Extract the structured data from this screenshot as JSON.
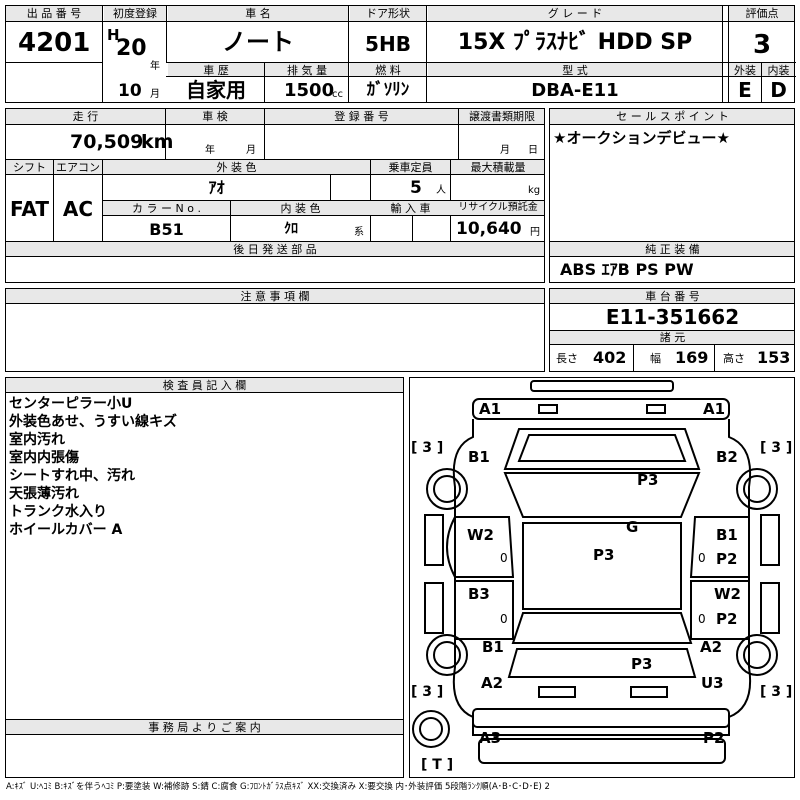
{
  "header": {
    "lot_no_label": "出 品 番 号",
    "lot_no": "4201",
    "first_reg_label": "初度登録",
    "era": "H",
    "year": "20",
    "year_unit": "年",
    "month": "10",
    "month_unit": "月",
    "car_name_label": "車 名",
    "car_name": "ノート",
    "door_label": "ドア形状",
    "door": "5HB",
    "grade_label": "グ レ ー ド",
    "grade": "15X ﾌﾟﾗｽﾅﾋﾞ HDD SP",
    "score_label": "評価点",
    "score": "3",
    "history_label": "車 歴",
    "history": "自家用",
    "displacement_label": "排 気 量",
    "displacement": "1500",
    "displacement_unit": "cc",
    "fuel_label": "燃 料",
    "fuel": "ｶﾞｿﾘﾝ",
    "model_label": "型 式",
    "model": "DBA-E11",
    "ext_label": "外装",
    "ext_grade": "E",
    "int_label": "内装",
    "int_grade": "D"
  },
  "row2": {
    "mileage_label": "走 行",
    "mileage": "70,509",
    "mileage_unit": "km",
    "inspection_label": "車 検",
    "insp_year_unit": "年",
    "insp_month_unit": "月",
    "reg_no_label": "登 録 番 号",
    "transfer_label": "譲渡書類期限",
    "transfer_month_unit": "月",
    "transfer_day_unit": "日",
    "shift_label": "シフト",
    "shift": "FAT",
    "ac_label": "エアコン",
    "ac": "AC",
    "color_label": "外 装 色",
    "color": "ｱｵ",
    "capacity_label": "乗車定員",
    "capacity": "5",
    "capacity_unit": "人",
    "load_label": "最大積載量",
    "load_unit": "kg",
    "color_no_label": "カ ラ ー N o .",
    "color_no": "B51",
    "int_color_label": "内 装 色",
    "int_color": "ｸﾛ",
    "int_color_unit": "系",
    "import_label": "輸 入 車",
    "recycle_label": "リサイクル預託金",
    "recycle": "10,640",
    "recycle_unit": "円",
    "later_parts_label": "後 日 発 送 部 品"
  },
  "sales": {
    "label": "セ ー ル ス ポ イ ン ト",
    "text": "★オークションデビュー★"
  },
  "equipment": {
    "label": "純 正 装 備",
    "text": "ABS ｴｱB PS PW"
  },
  "notes_label": "注 意 事 項 欄",
  "chassis": {
    "label": "車 台 番 号",
    "number": "E11-351662"
  },
  "dims": {
    "label": "諸 元",
    "length_label": "長さ",
    "length": "402",
    "width_label": "幅",
    "width": "169",
    "height_label": "高さ",
    "height": "153"
  },
  "inspector": {
    "label": "検 査 員 記 入 欄",
    "lines": [
      "センターピラー小U",
      "外装色あせ、うすい線キズ",
      "室内汚れ",
      "室内内張傷",
      "シートすれ中、汚れ",
      "天張薄汚れ",
      "トランク水入り",
      "ホイールカバー A"
    ]
  },
  "office_label": "事 務 局 よ り ご 案 内",
  "legend": "A:ｷｽﾞ U:ﾍｺﾐ B:ｷｽﾞを伴うﾍｺﾐ P:要塗装 W:補修跡 S:錆 C:腐食 G:ﾌﾛﾝﾄｶﾞﾗｽ点ｷｽﾞ XX:交換済み X:要交換  内･外装評価  5段階ﾗﾝｸ順(A･B･C･D･E) 2",
  "damage": {
    "tl": "A1",
    "tr": "A1",
    "b1l": "B1",
    "b2r": "B2",
    "p3top": "P3",
    "g": "G",
    "w2l": "W2",
    "b1r": "B1",
    "p2r": "P2",
    "p3mid": "P3",
    "b3l": "B3",
    "w2r": "W2",
    "p2r2": "P2",
    "b1l2": "B1",
    "a2r": "A2",
    "p3low": "P3",
    "a2l": "A2",
    "u3r": "U3",
    "a3": "A3",
    "p2b": "P2",
    "tire_fl": "[ 3 ]",
    "tire_fr": "[ 3 ]",
    "tire_rl": "[ 3 ]",
    "tire_rr": "[ 3 ]",
    "spare": "[ T ]",
    "zero1": "0",
    "zero2": "0",
    "zero3": "0",
    "zero4": "0"
  }
}
